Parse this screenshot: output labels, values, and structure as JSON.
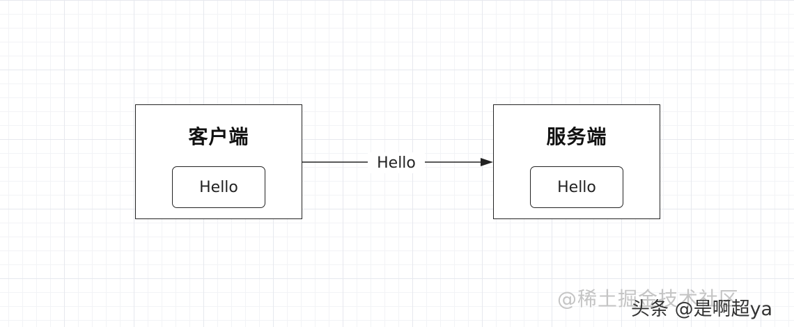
{
  "client": {
    "title": "客户端",
    "message": "Hello"
  },
  "server": {
    "title": "服务端",
    "message": "Hello"
  },
  "edge": {
    "label": "Hello"
  },
  "watermarks": {
    "community": "@稀土掘金技术社区",
    "toutiao": "头条 @是啊超ya"
  },
  "colors": {
    "stroke": "#222222",
    "grid": "#e6e8ee",
    "background": "#ffffff"
  }
}
